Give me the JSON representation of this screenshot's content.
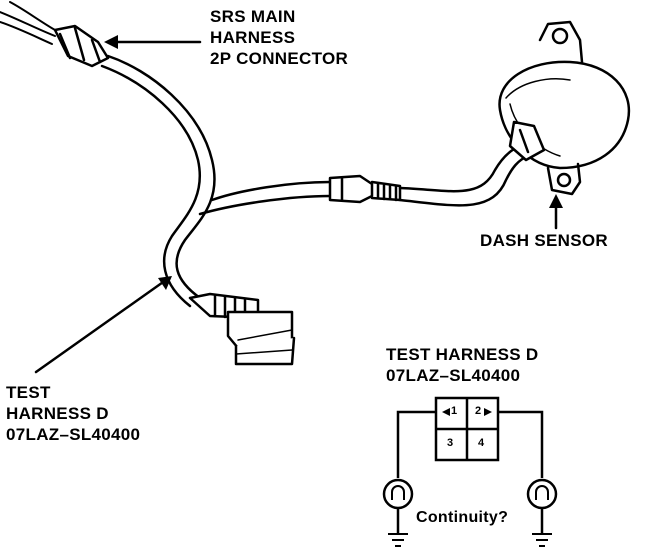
{
  "labels": {
    "srs_connector": [
      "SRS MAIN",
      "HARNESS",
      "2P CONNECTOR"
    ],
    "dash_sensor": "DASH SENSOR",
    "test_harness_left": [
      "TEST",
      "HARNESS D",
      "07LAZ–SL40400"
    ],
    "test_harness_right": [
      "TEST HARNESS D",
      "07LAZ–SL40400"
    ],
    "continuity": "Continuity?"
  },
  "connector_pins": [
    "1",
    "2",
    "3",
    "4"
  ],
  "meter_symbol": "ohm-icon"
}
